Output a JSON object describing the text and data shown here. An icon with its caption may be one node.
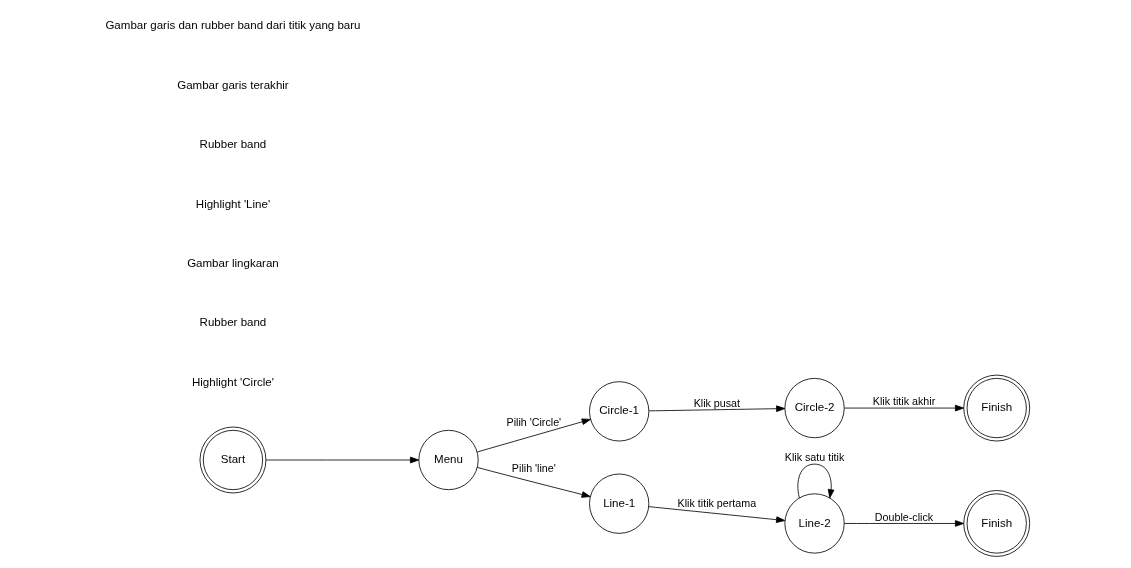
{
  "diagram": {
    "nodes": [
      {
        "text": [
          "Start"
        ]
      },
      {
        "text": [
          "Menu"
        ]
      },
      {
        "text": [
          "Circle-1"
        ]
      },
      {
        "text": [
          "Circle-2"
        ]
      },
      {
        "text": [
          "Finish"
        ]
      },
      {
        "text": [
          "Line-1"
        ]
      },
      {
        "text": [
          "Line-2"
        ]
      },
      {
        "text": [
          "Finish"
        ]
      }
    ],
    "edges": [
      {
        "from": 0,
        "to": 1,
        "arrow": "to"
      },
      {
        "from": 1,
        "to": 2,
        "arrow": "to",
        "label": "Pilih 'Circle'"
      },
      {
        "from": 2,
        "to": 3,
        "arrow": "to",
        "label": "Klik pusat"
      },
      {
        "from": 3,
        "to": 4,
        "arrow": "to",
        "label": "Klik titik akhir"
      },
      {
        "from": 1,
        "to": 5,
        "arrow": "to",
        "label": "Pilih 'line'"
      },
      {
        "from": 5,
        "to": 6,
        "arrow": "to",
        "label": "Klik titik pertama"
      },
      {
        "from": 6,
        "to": 7,
        "arrow": "to",
        "label": "Double-click"
      },
      {
        "from": 6,
        "to": 6,
        "arrow": "to",
        "label": "Klik satu titik"
      }
    ],
    "labels": [
      "Highlight 'Circle'",
      "Rubber band",
      "Gambar lingkaran",
      "Highlight 'Line'",
      "Rubber band",
      "Gambar garis terakhir",
      "Gambar garis dan rubber band dari titik yang baru"
    ]
  }
}
